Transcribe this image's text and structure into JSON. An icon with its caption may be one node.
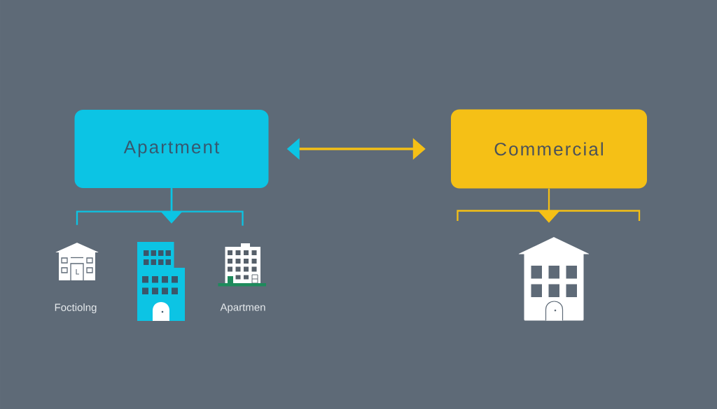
{
  "diagram": {
    "nodes": [
      {
        "text": [
          "Apartment"
        ]
      },
      {
        "text": [
          "Commercial"
        ]
      },
      {
        "text": [],
        "shape": "picture",
        "beside": [
          "Foctiolng"
        ]
      },
      {
        "text": [],
        "shape": "picture"
      },
      {
        "text": [],
        "shape": "picture",
        "beside": [
          "Apartmen"
        ]
      },
      {
        "text": [],
        "shape": "picture"
      }
    ],
    "edges": [
      {
        "from": 0,
        "to": 1,
        "arrow": "both",
        "color": "#f5c016"
      },
      {
        "from": 0,
        "to": 2,
        "arrow": "none"
      },
      {
        "from": 0,
        "to": 3,
        "arrow": "to"
      },
      {
        "from": 0,
        "to": 4,
        "arrow": "none"
      },
      {
        "from": 1,
        "to": 5,
        "arrow": "to",
        "color": "#f5c016"
      }
    ]
  }
}
